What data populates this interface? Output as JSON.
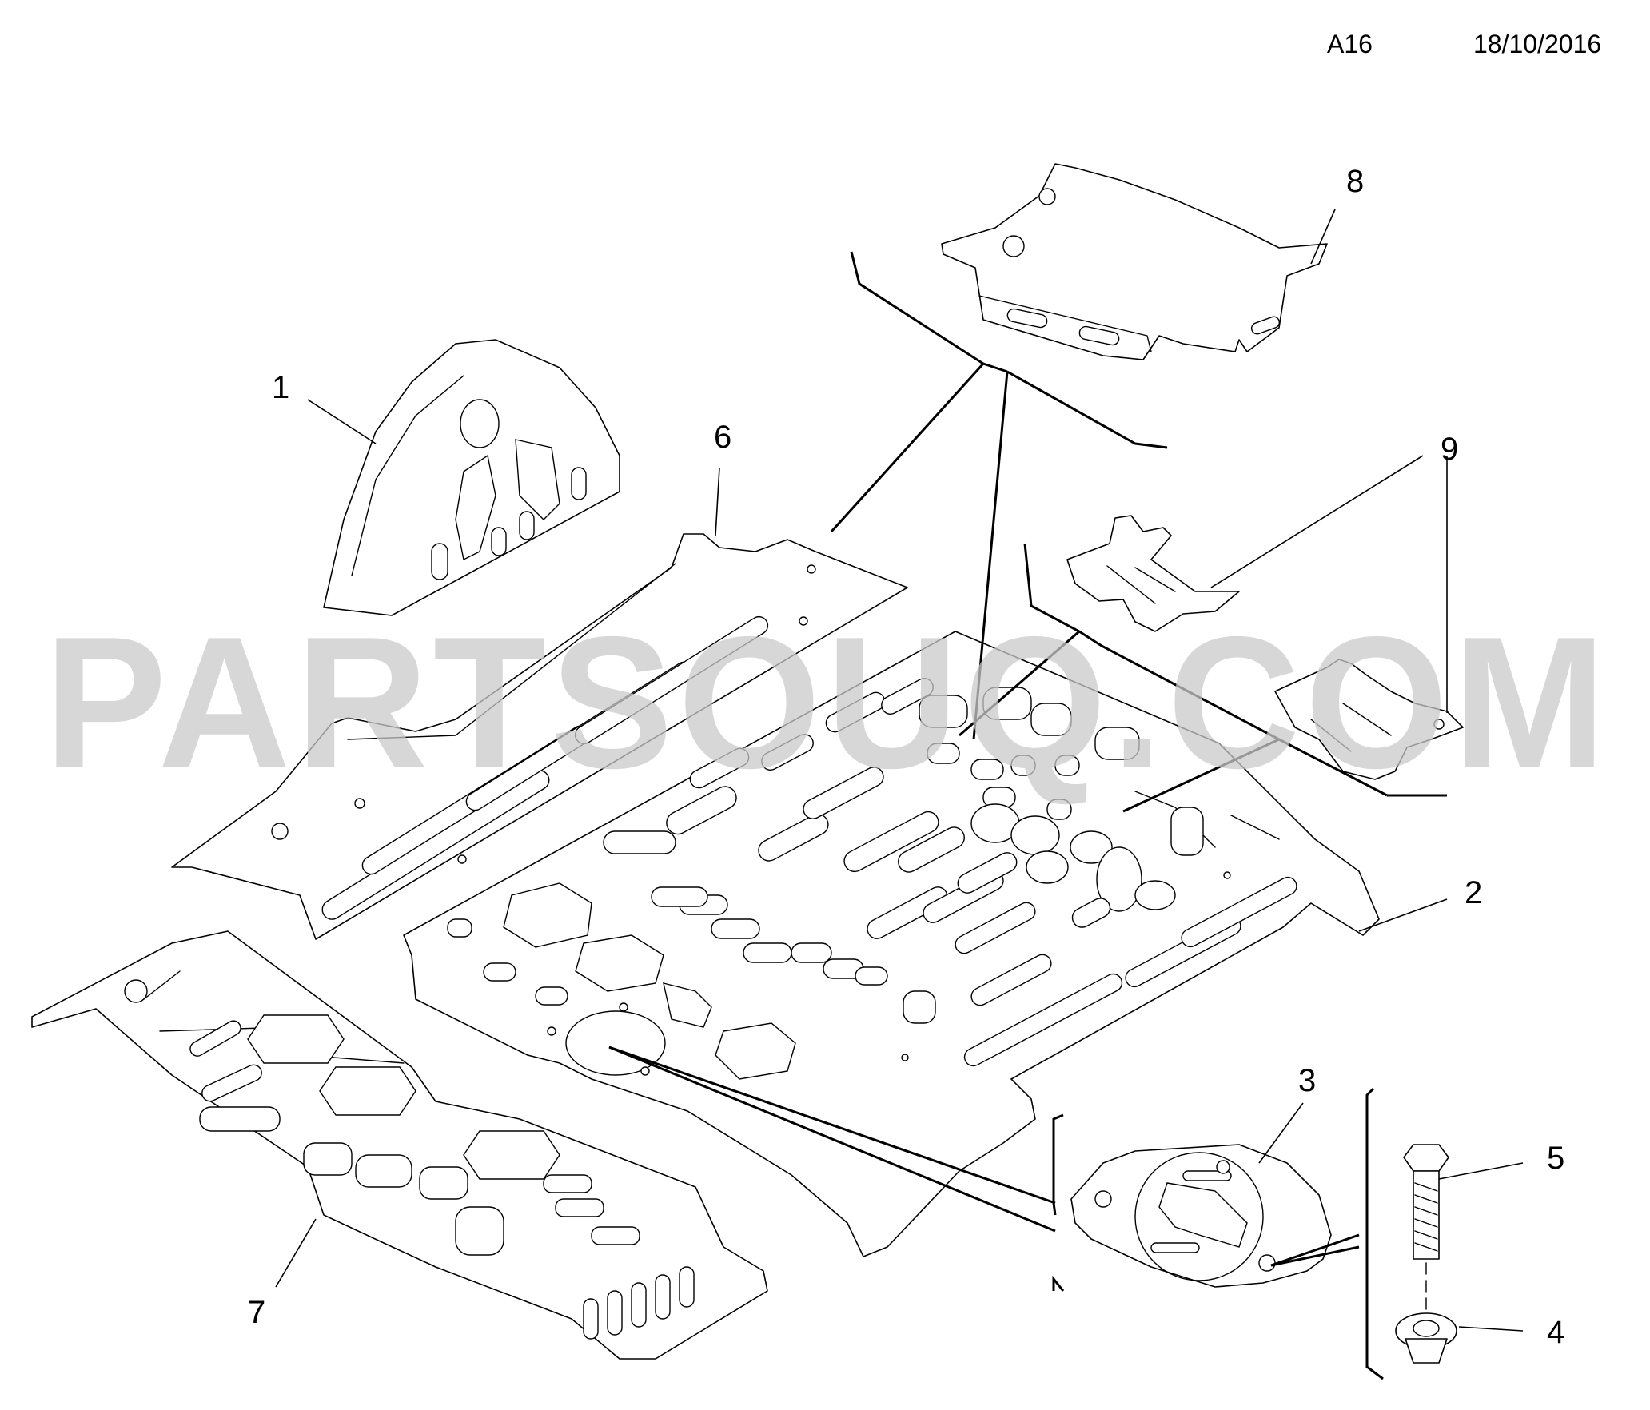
{
  "header": {
    "code": "A16",
    "date": "18/10/2016"
  },
  "watermark": "PARTSOUQ.COM",
  "callouts": [
    "1",
    "2",
    "3",
    "4",
    "5",
    "6",
    "7",
    "8",
    "9",
    "9"
  ]
}
